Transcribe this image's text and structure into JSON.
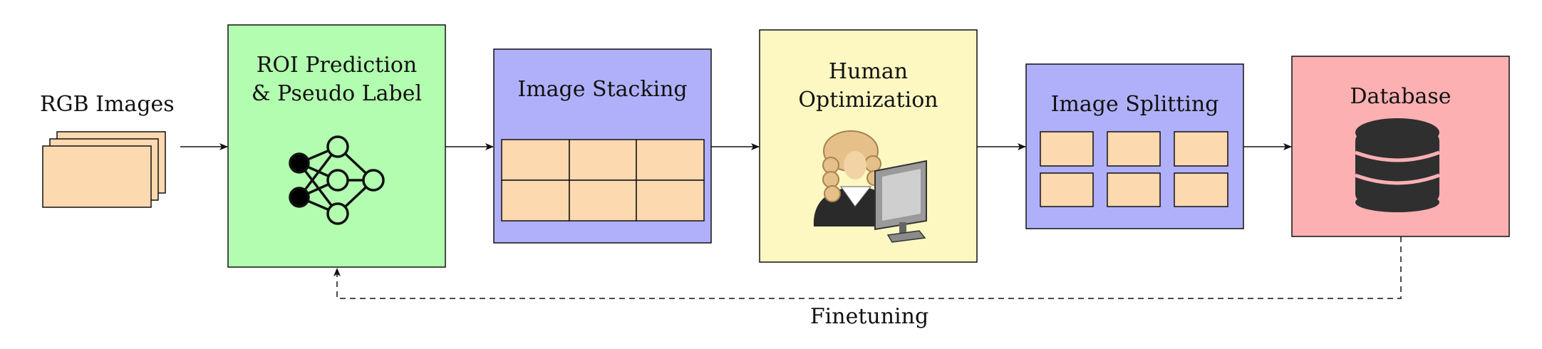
{
  "colors": {
    "tile": "#fdd9b0",
    "roi_box": "#b2fdb0",
    "stack_box": "#b0b0fa",
    "human_box": "#fdf8c2",
    "split_box": "#b0b0fa",
    "db_box": "#fcb0b2",
    "stroke": "#111111",
    "db_icon": "#2f2f2f",
    "db_stripe": "#fcb0b2"
  },
  "labels": {
    "rgb_images": "RGB Images",
    "roi_line1": "ROI Prediction",
    "roi_line2": "& Pseudo Label",
    "image_stacking": "Image Stacking",
    "human_line1": "Human",
    "human_line2": "Optimization",
    "image_splitting": "Image Splitting",
    "database": "Database",
    "finetuning": "Finetuning"
  },
  "icons": {
    "rgb": "image-stack-icon",
    "roi": "neural-network-icon",
    "human": "judge-at-computer-icon",
    "db": "database-icon"
  }
}
